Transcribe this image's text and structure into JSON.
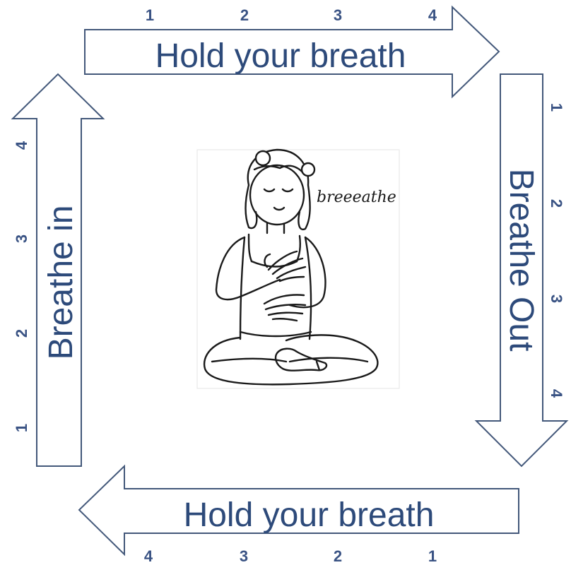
{
  "arrows": {
    "top": {
      "label": "Hold your breath",
      "counts": [
        "1",
        "2",
        "3",
        "4"
      ]
    },
    "right": {
      "label": "Breathe Out",
      "counts": [
        "1",
        "2",
        "3",
        "4"
      ]
    },
    "bottom": {
      "label": "Hold your breath",
      "counts": [
        "4",
        "3",
        "2",
        "1"
      ]
    },
    "left": {
      "label": "Breathe in",
      "counts": [
        "1",
        "2",
        "3",
        "4"
      ]
    }
  },
  "illustration": {
    "speech_text": "breeeathe"
  },
  "colors": {
    "arrow_outline": "#43587a",
    "label_text": "#2d4a7a",
    "count_text": "#3a5384"
  }
}
